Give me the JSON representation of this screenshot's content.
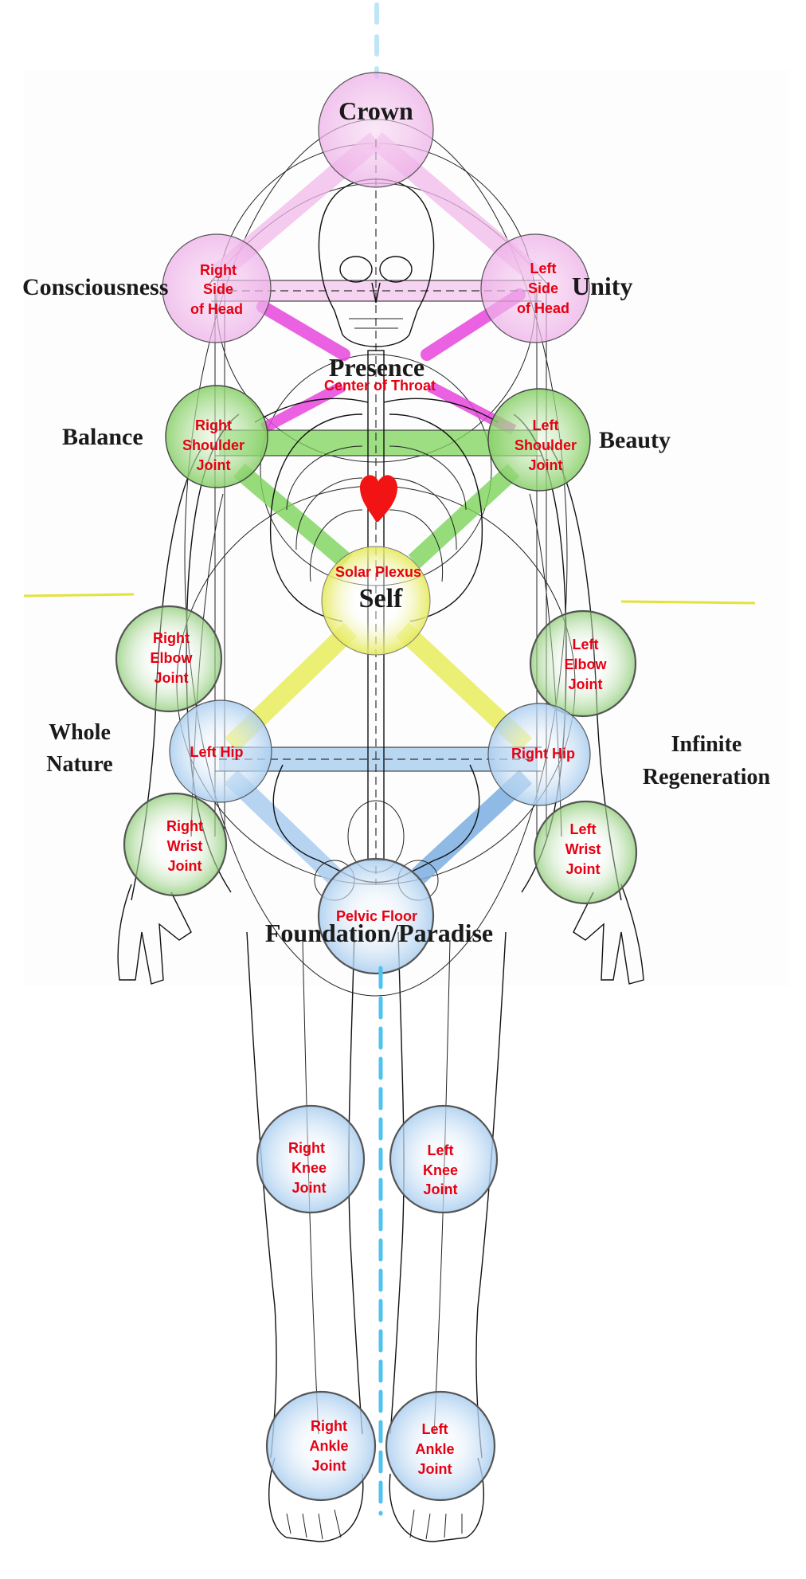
{
  "diagram": {
    "title": "Tree of Life mapped onto the human body",
    "colors": {
      "pink": "#f0b3ea",
      "magenta": "#e645dc",
      "green": "#7cd35a",
      "yellow": "#e8ec5a",
      "blue": "#a9cdef",
      "label_red": "#e60012",
      "label_dark": "#1a1a1a",
      "center_line": "#4fc3ee",
      "guide_yellow": "#e4e23a",
      "heart": "#f21414"
    },
    "sephirot_labels": [
      {
        "id": "crown",
        "text": "Crown"
      },
      {
        "id": "consciousness",
        "text": "Consciousness"
      },
      {
        "id": "unity",
        "text": "Unity"
      },
      {
        "id": "presence",
        "text": "Presence"
      },
      {
        "id": "balance",
        "text": "Balance"
      },
      {
        "id": "beauty",
        "text": "Beauty"
      },
      {
        "id": "self",
        "text": "Self"
      },
      {
        "id": "whole-nature-1",
        "text": "Whole"
      },
      {
        "id": "whole-nature-2",
        "text": "Nature"
      },
      {
        "id": "infinite-regeneration-1",
        "text": "Infinite"
      },
      {
        "id": "infinite-regeneration-2",
        "text": "Regeneration"
      },
      {
        "id": "foundation",
        "text": "Foundation/Paradise"
      }
    ],
    "joint_nodes": [
      {
        "id": "right-side-of-head",
        "lines": [
          "Right",
          "Side",
          "of Head"
        ],
        "color": "pink"
      },
      {
        "id": "left-side-of-head",
        "lines": [
          "Left",
          "Side",
          "of Head"
        ],
        "color": "pink"
      },
      {
        "id": "center-of-throat",
        "lines": [
          "Center of Throat"
        ],
        "color": "none"
      },
      {
        "id": "right-shoulder-joint",
        "lines": [
          "Right",
          "Shoulder",
          "Joint"
        ],
        "color": "green"
      },
      {
        "id": "left-shoulder-joint",
        "lines": [
          "Left",
          "Shoulder",
          "Joint"
        ],
        "color": "green"
      },
      {
        "id": "solar-plexus",
        "lines": [
          "Solar Plexus"
        ],
        "color": "yellow"
      },
      {
        "id": "right-elbow-joint",
        "lines": [
          "Right",
          "Elbow",
          "Joint"
        ],
        "color": "green"
      },
      {
        "id": "left-elbow-joint",
        "lines": [
          "Left",
          "Elbow",
          "Joint"
        ],
        "color": "green"
      },
      {
        "id": "left-hip",
        "lines": [
          "Left Hip"
        ],
        "color": "blue"
      },
      {
        "id": "right-hip",
        "lines": [
          "Right Hip"
        ],
        "color": "blue"
      },
      {
        "id": "right-wrist-joint",
        "lines": [
          "Right",
          "Wrist",
          "Joint"
        ],
        "color": "green"
      },
      {
        "id": "left-wrist-joint",
        "lines": [
          "Left",
          "Wrist",
          "Joint"
        ],
        "color": "green"
      },
      {
        "id": "pelvic-floor",
        "lines": [
          "Pelvic Floor"
        ],
        "color": "blue"
      },
      {
        "id": "right-knee-joint",
        "lines": [
          "Right",
          "Knee",
          "Joint"
        ],
        "color": "blue"
      },
      {
        "id": "left-knee-joint",
        "lines": [
          "Left",
          "Knee",
          "Joint"
        ],
        "color": "blue"
      },
      {
        "id": "right-ankle-joint",
        "lines": [
          "Right",
          "Ankle",
          "Joint"
        ],
        "color": "blue"
      },
      {
        "id": "left-ankle-joint",
        "lines": [
          "Left",
          "Ankle",
          "Joint"
        ],
        "color": "blue"
      }
    ],
    "paths": [
      {
        "from": "crown",
        "to": "right-side-of-head",
        "color": "pink"
      },
      {
        "from": "crown",
        "to": "left-side-of-head",
        "color": "pink"
      },
      {
        "from": "right-side-of-head",
        "to": "left-side-of-head",
        "color": "pink"
      },
      {
        "from": "right-side-of-head",
        "to": "presence",
        "color": "magenta"
      },
      {
        "from": "left-side-of-head",
        "to": "presence",
        "color": "magenta"
      },
      {
        "from": "center-of-throat",
        "to": "right-shoulder-joint",
        "color": "magenta"
      },
      {
        "from": "center-of-throat",
        "to": "left-shoulder-joint",
        "color": "magenta"
      },
      {
        "from": "right-shoulder-joint",
        "to": "left-shoulder-joint",
        "color": "green"
      },
      {
        "from": "right-shoulder-joint",
        "to": "solar-plexus",
        "color": "green"
      },
      {
        "from": "left-shoulder-joint",
        "to": "solar-plexus",
        "color": "green"
      },
      {
        "from": "solar-plexus",
        "to": "left-hip",
        "color": "yellow"
      },
      {
        "from": "solar-plexus",
        "to": "right-hip",
        "color": "yellow"
      },
      {
        "from": "left-hip",
        "to": "right-hip",
        "color": "blue"
      },
      {
        "from": "left-hip",
        "to": "pelvic-floor",
        "color": "blue"
      },
      {
        "from": "right-hip",
        "to": "pelvic-floor",
        "color": "blue"
      }
    ]
  }
}
